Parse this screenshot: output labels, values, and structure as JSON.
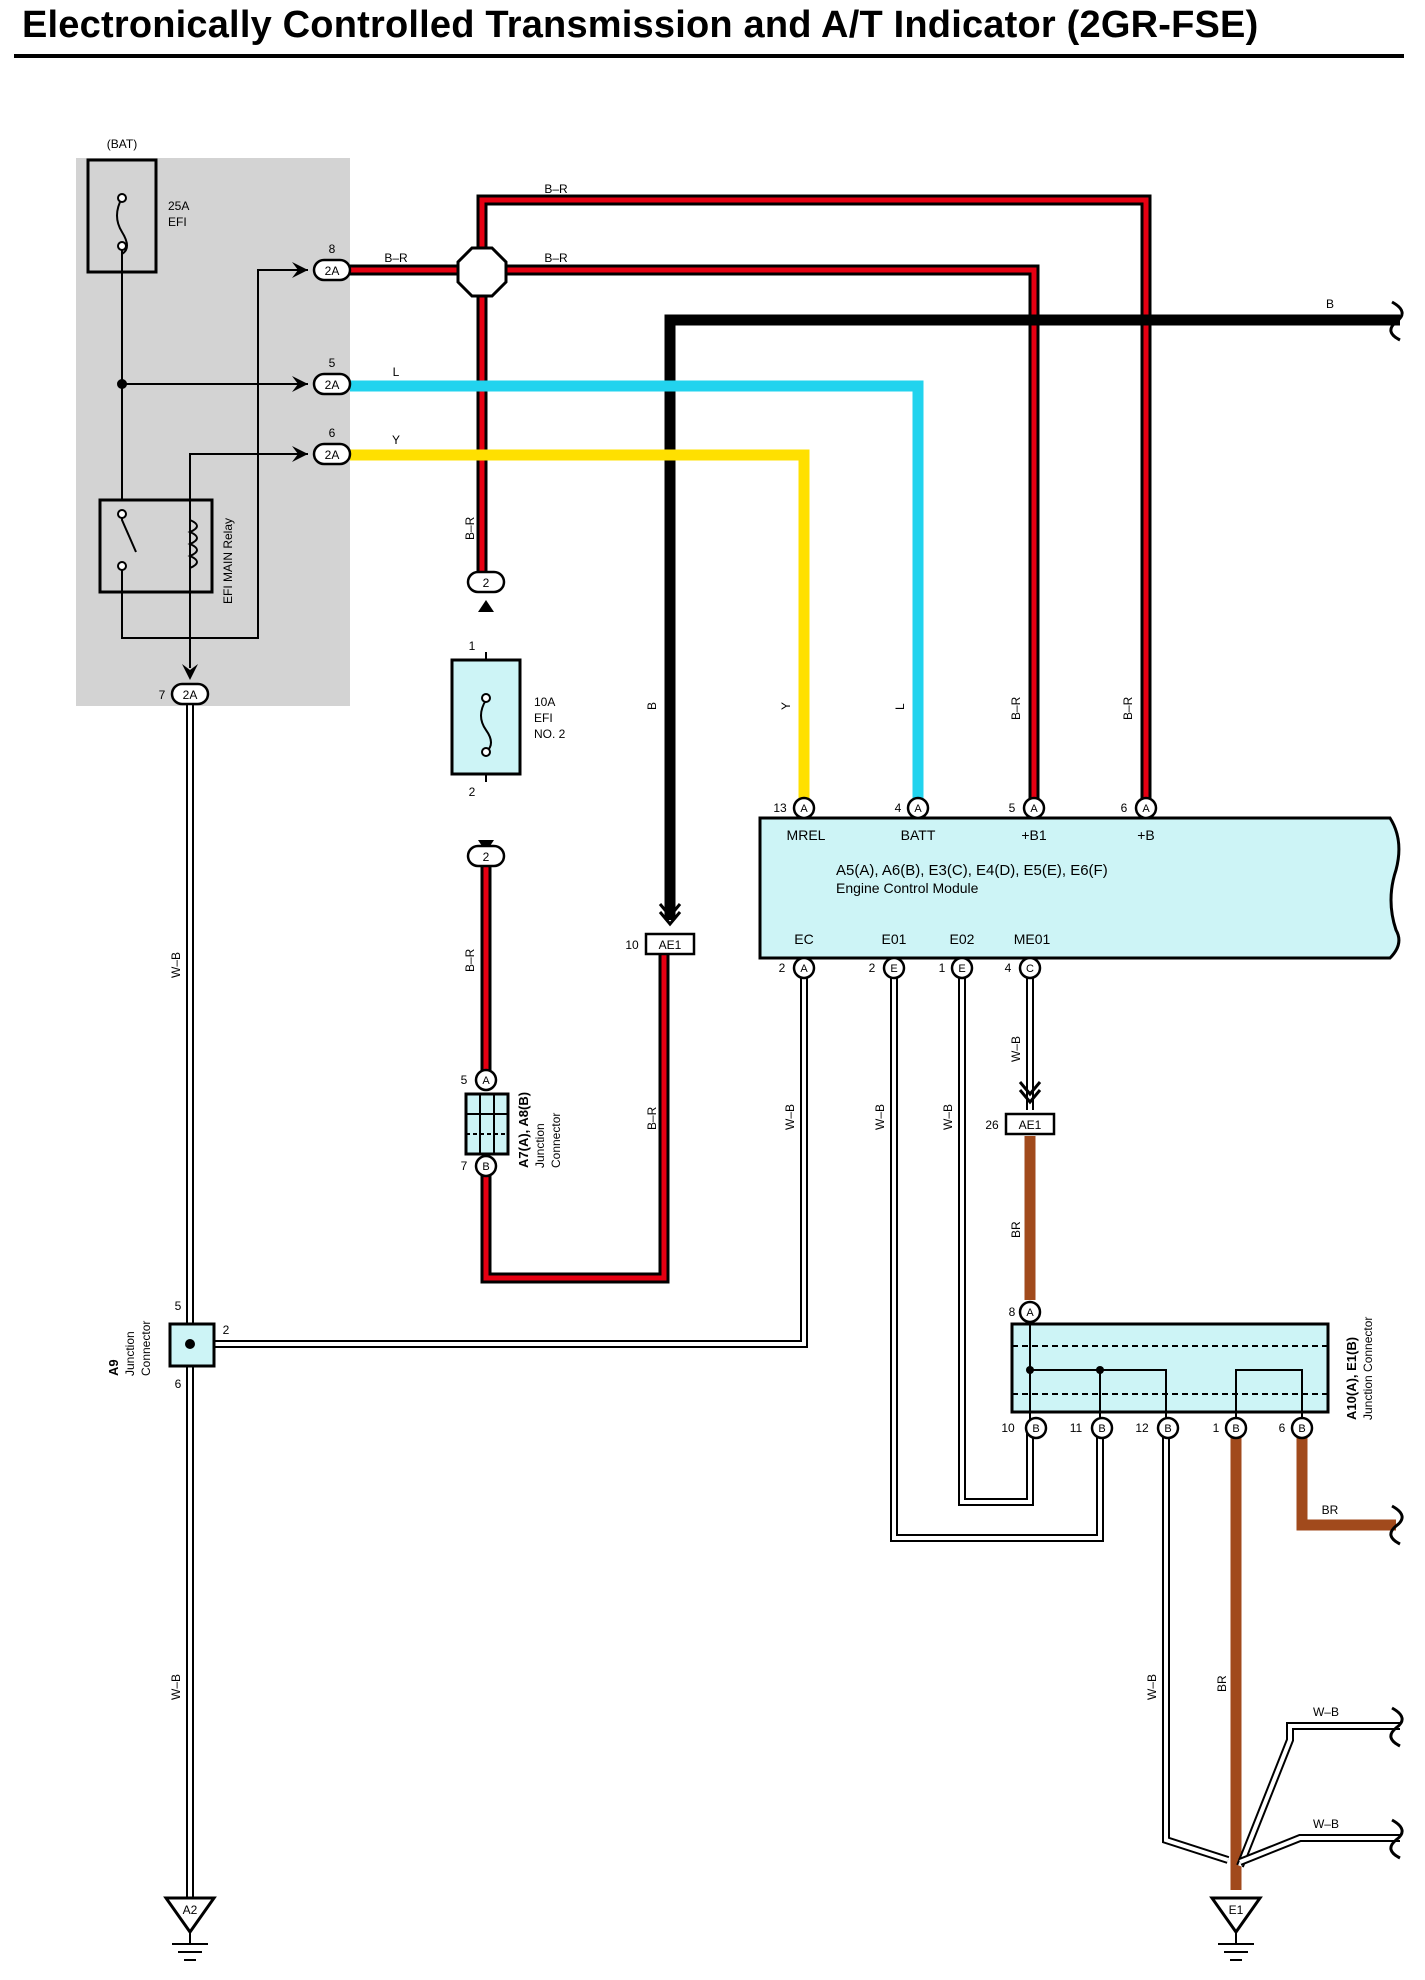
{
  "title": "Electronically Controlled Transmission and A/T Indicator (2GR-FSE)",
  "colors": {
    "B-R": "#e60012",
    "B": "#000000",
    "L": "#22d3ee",
    "Y": "#ffe000",
    "BR": "#a14a1c",
    "W-B": "#ffffff",
    "component_fill": "#cdf4f6",
    "relay_box": "#d3d3d3"
  },
  "relay_box": {
    "bat_label": "(BAT)",
    "fuse_25a": {
      "rating": "25A",
      "name": "EFI"
    },
    "relay_label": "EFI MAIN Relay",
    "pins": [
      {
        "num": "8",
        "conn": "2A",
        "wire": "B–R"
      },
      {
        "num": "5",
        "conn": "2A",
        "wire": "L"
      },
      {
        "num": "6",
        "conn": "2A",
        "wire": "Y"
      },
      {
        "num": "7",
        "conn": "2A"
      }
    ]
  },
  "fuse_efi2": {
    "rating": "10A",
    "name": "EFI",
    "name2": "NO. 2",
    "pin_top": "1",
    "pin_bottom": "2",
    "conn_top": "2",
    "conn_bottom": "2"
  },
  "junction_a7": {
    "label1": "A7(A), A8(B)",
    "label2": "Junction",
    "label3": "Connector",
    "pin_top": "5",
    "conn_top": "A",
    "pin_bottom": "7",
    "conn_bottom": "B"
  },
  "junction_a9": {
    "id": "A9",
    "label2": "Junction",
    "label3": "Connector",
    "pin_5": "5",
    "pin_6": "6",
    "pin_2": "2"
  },
  "ecm": {
    "line1": "A5(A), A6(B), E3(C), E4(D), E5(E), E6(F)",
    "line2": "Engine Control Module",
    "top_pins": [
      {
        "num": "13",
        "conn": "A",
        "name": "MREL"
      },
      {
        "num": "4",
        "conn": "A",
        "name": "BATT"
      },
      {
        "num": "5",
        "conn": "A",
        "name": "+B1"
      },
      {
        "num": "6",
        "conn": "A",
        "name": "+B"
      }
    ],
    "bottom_pins": [
      {
        "num": "2",
        "conn": "A",
        "name": "EC"
      },
      {
        "num": "2",
        "conn": "E",
        "name": "E01"
      },
      {
        "num": "1",
        "conn": "E",
        "name": "E02"
      },
      {
        "num": "4",
        "conn": "C",
        "name": "ME01"
      }
    ]
  },
  "ae1_a": {
    "num": "10",
    "label": "AE1"
  },
  "ae1_b": {
    "num": "26",
    "label": "AE1"
  },
  "junction_a10": {
    "label1": "A10(A), E1(B)",
    "label2": "Junction Connector",
    "top_pin": {
      "num": "8",
      "conn": "A"
    },
    "bottom_pins": [
      {
        "num": "10",
        "conn": "B"
      },
      {
        "num": "11",
        "conn": "B"
      },
      {
        "num": "12",
        "conn": "B"
      },
      {
        "num": "1",
        "conn": "B"
      },
      {
        "num": "6",
        "conn": "B"
      }
    ]
  },
  "grounds": {
    "a2": "A2",
    "e1": "E1"
  },
  "wire_labels": {
    "br_top": "B–R",
    "br_mid": "B–R",
    "br_8": "B–R",
    "b_right": "B",
    "l_h": "L",
    "y_h": "Y",
    "br_v1": "B–R",
    "br_v2": "B–R",
    "br_v3": "B–R",
    "b_v": "B",
    "y_v": "Y",
    "l_v": "L",
    "br_v4": "B–R",
    "br_v5": "B–R",
    "wb_left1": "W–B",
    "wb_left2": "W–B",
    "wb_ec": "W–B",
    "wb_e01": "W–B",
    "wb_e02": "W–B",
    "wb_me01": "W–B",
    "br_26": "BR",
    "br_out": "BR",
    "br_v_low": "BR",
    "wb_low": "W–B",
    "wb_out1": "W–B",
    "wb_out2": "W–B"
  }
}
